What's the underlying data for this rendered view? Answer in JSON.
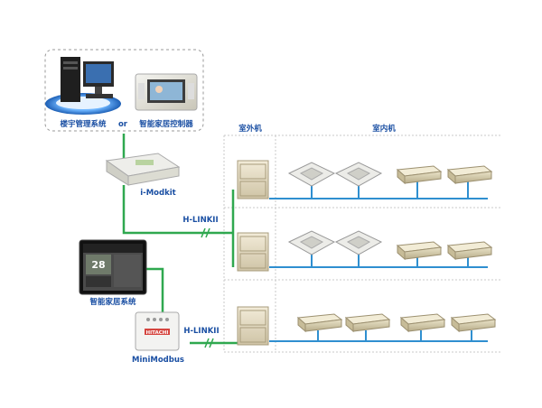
{
  "labels": {
    "building_mgmt": "楼宇管理系统",
    "or": "or",
    "smart_home_controller": "智能家居控制器",
    "i_modkit": "i-Modkit",
    "hlink_top": "H-LINKII",
    "hlink_bottom": "H-LINKII",
    "smart_home_system": "智能家居系统",
    "mini_modbus": "MiniModbus",
    "outdoor_header": "室外机",
    "indoor_header": "室内机",
    "screen_temp": "28",
    "hitachi": "HITACHI"
  },
  "colors": {
    "green_line": "#2fa84f",
    "blue_line": "#2f8fd0",
    "label_blue": "#1a4fa3",
    "grid_dash": "#c8c8c8"
  }
}
